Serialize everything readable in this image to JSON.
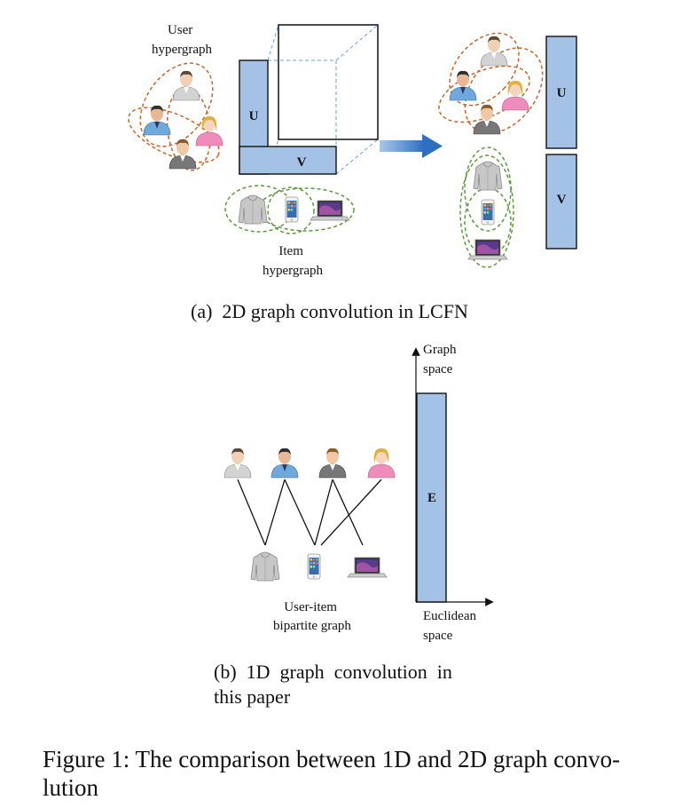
{
  "figure_a": {
    "user_hypergraph_label": [
      "User",
      "hypergraph"
    ],
    "item_hypergraph_label": [
      "Item",
      "hypergraph"
    ],
    "matrix_u": "U",
    "matrix_v": "V",
    "caption": "(a)  2D graph convolution in LCFN"
  },
  "figure_b": {
    "graph_space_label": [
      "Graph",
      "space"
    ],
    "euclidean_space_label": [
      "Euclidean",
      "space"
    ],
    "bipartite_label": [
      "User-item",
      "bipartite graph"
    ],
    "matrix_e": "E",
    "caption": [
      "(b)  1D  graph  convolution  in",
      "this paper"
    ]
  },
  "figure_caption": [
    "Figure 1: The comparison between 1D and 2D graph convo-",
    "lution"
  ],
  "colors": {
    "matrix_fill": "#a4c2e6",
    "user_hyperedge": "#c8642a",
    "item_hyperedge": "#5a9a3a",
    "cube_dash": "#6aa2d8",
    "arrow": "#3a78c0"
  },
  "icons": [
    "user-grey-icon",
    "user-blue-icon",
    "user-dark-icon",
    "user-female-icon",
    "hoodie-icon",
    "phone-icon",
    "laptop-icon"
  ]
}
